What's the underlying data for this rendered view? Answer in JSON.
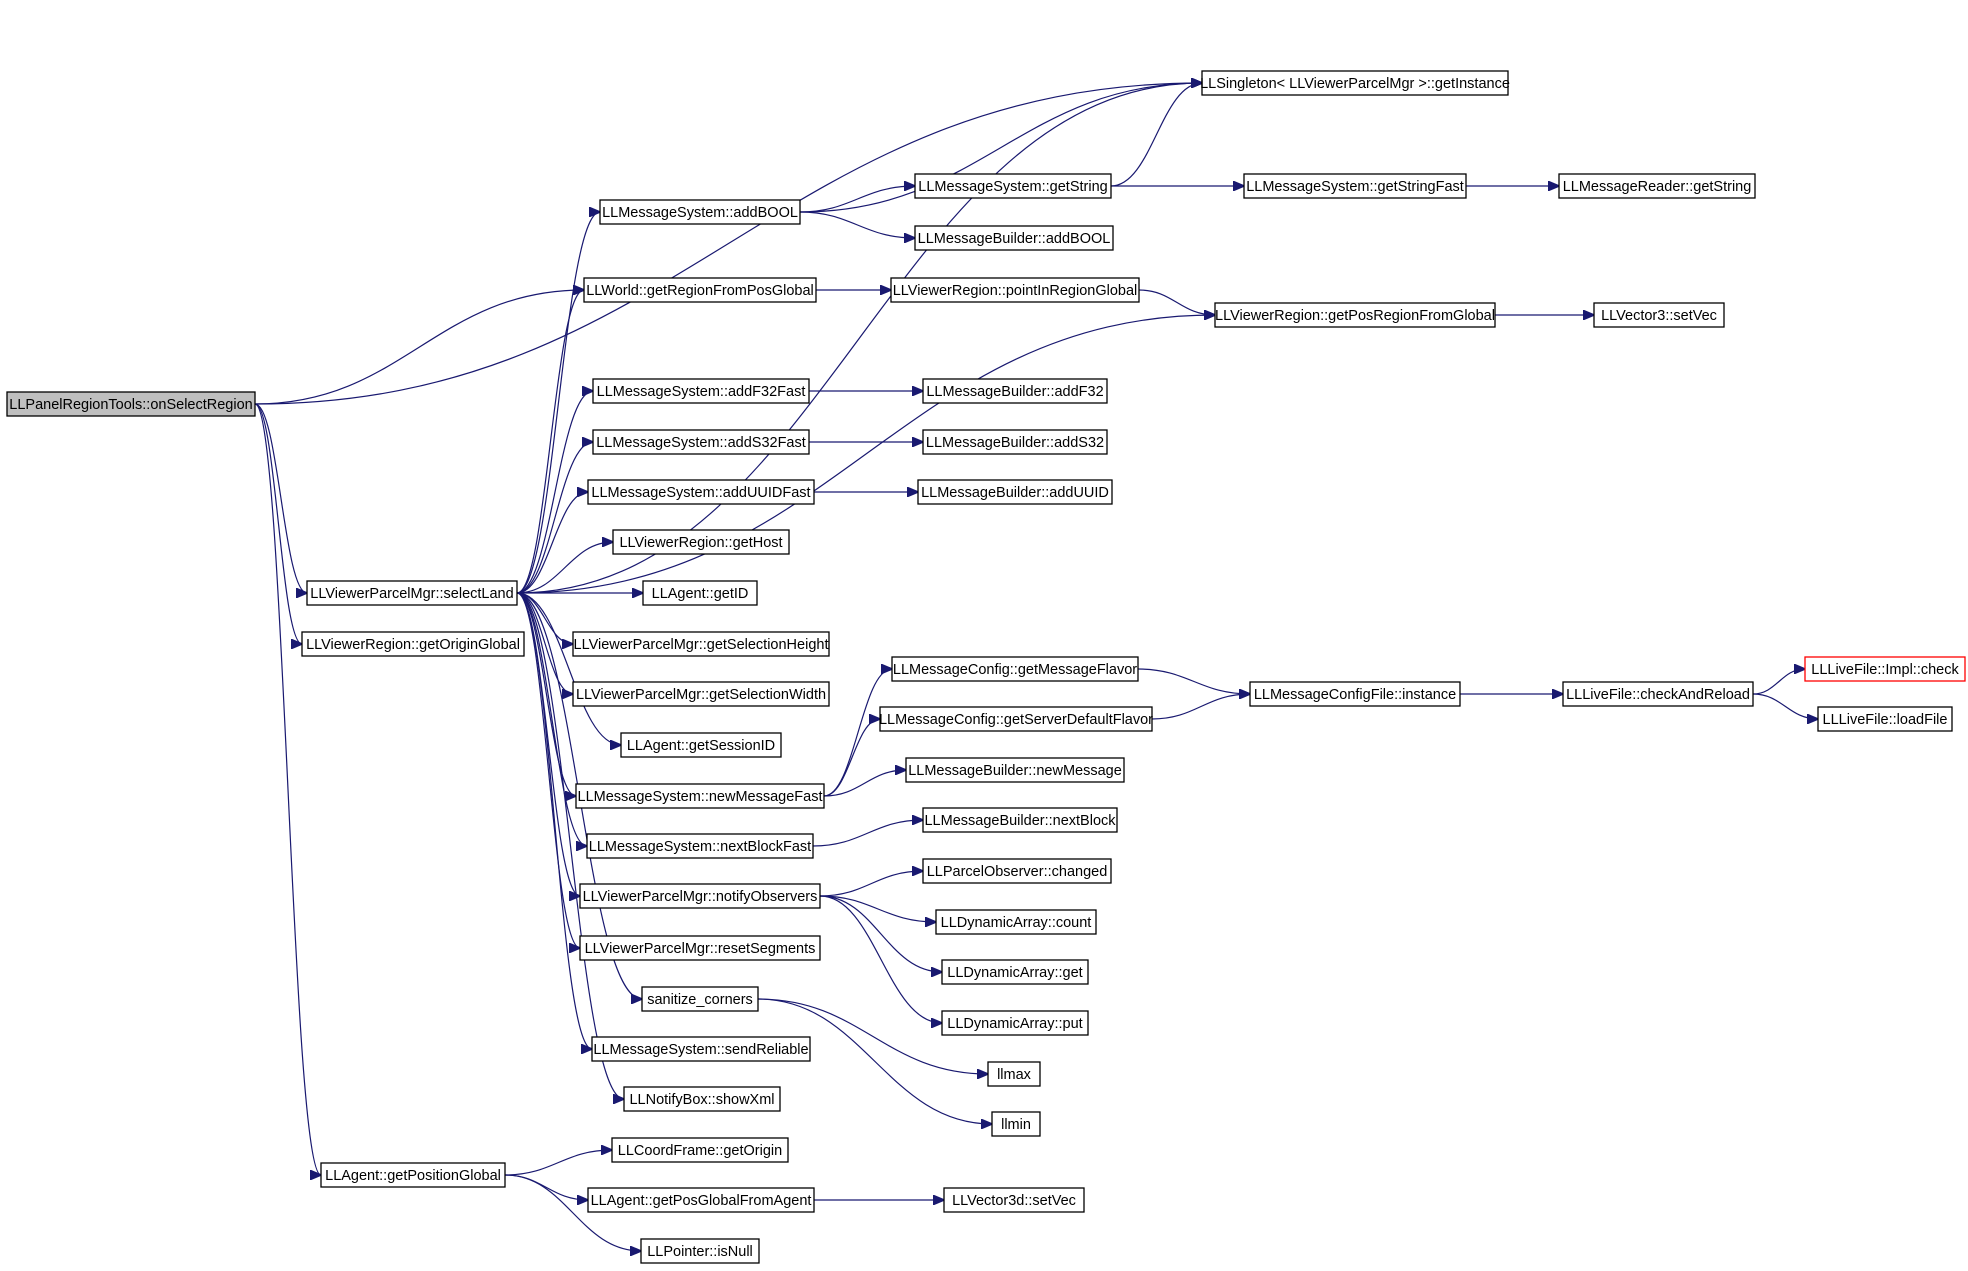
{
  "diagram": {
    "colors": {
      "edge": "#191970",
      "node_border": "#000000",
      "root_fill": "#bfbfbf",
      "highlight_border": "#ff0000"
    },
    "nodes": [
      {
        "id": "root",
        "label": "LLPanelRegionTools::onSelectRegion",
        "style": "root"
      },
      {
        "id": "singleton",
        "label": "LLSingleton< LLViewerParcelMgr >::getInstance"
      },
      {
        "id": "getString",
        "label": "LLMessageSystem::getString"
      },
      {
        "id": "getStringFast",
        "label": "LLMessageSystem::getStringFast"
      },
      {
        "id": "readerGetString",
        "label": "LLMessageReader::getString"
      },
      {
        "id": "addBOOL",
        "label": "LLMessageSystem::addBOOL"
      },
      {
        "id": "builderAddBOOL",
        "label": "LLMessageBuilder::addBOOL"
      },
      {
        "id": "getRegionFromPosGlobal",
        "label": "LLWorld::getRegionFromPosGlobal"
      },
      {
        "id": "pointInRegionGlobal",
        "label": "LLViewerRegion::pointInRegionGlobal"
      },
      {
        "id": "getPosRegionFromGlobal",
        "label": "LLViewerRegion::getPosRegionFromGlobal"
      },
      {
        "id": "vec3SetVec",
        "label": "LLVector3::setVec"
      },
      {
        "id": "addF32Fast",
        "label": "LLMessageSystem::addF32Fast"
      },
      {
        "id": "builderAddF32",
        "label": "LLMessageBuilder::addF32"
      },
      {
        "id": "addS32Fast",
        "label": "LLMessageSystem::addS32Fast"
      },
      {
        "id": "builderAddS32",
        "label": "LLMessageBuilder::addS32"
      },
      {
        "id": "addUUIDFast",
        "label": "LLMessageSystem::addUUIDFast"
      },
      {
        "id": "builderAddUUID",
        "label": "LLMessageBuilder::addUUID"
      },
      {
        "id": "getHost",
        "label": "LLViewerRegion::getHost"
      },
      {
        "id": "selectLand",
        "label": "LLViewerParcelMgr::selectLand"
      },
      {
        "id": "agentGetID",
        "label": "LLAgent::getID"
      },
      {
        "id": "getOriginGlobal",
        "label": "LLViewerRegion::getOriginGlobal"
      },
      {
        "id": "getSelectionHeight",
        "label": "LLViewerParcelMgr::getSelectionHeight"
      },
      {
        "id": "getSelectionWidth",
        "label": "LLViewerParcelMgr::getSelectionWidth"
      },
      {
        "id": "getSessionID",
        "label": "LLAgent::getSessionID"
      },
      {
        "id": "getMessageFlavor",
        "label": "LLMessageConfig::getMessageFlavor"
      },
      {
        "id": "getServerDefaultFlavor",
        "label": "LLMessageConfig::getServerDefaultFlavor"
      },
      {
        "id": "configFileInstance",
        "label": "LLMessageConfigFile::instance"
      },
      {
        "id": "checkAndReload",
        "label": "LLLiveFile::checkAndReload"
      },
      {
        "id": "implCheck",
        "label": "LLLiveFile::Impl::check",
        "style": "red"
      },
      {
        "id": "loadFile",
        "label": "LLLiveFile::loadFile"
      },
      {
        "id": "newMessageFast",
        "label": "LLMessageSystem::newMessageFast"
      },
      {
        "id": "builderNewMessage",
        "label": "LLMessageBuilder::newMessage"
      },
      {
        "id": "nextBlockFast",
        "label": "LLMessageSystem::nextBlockFast"
      },
      {
        "id": "builderNextBlock",
        "label": "LLMessageBuilder::nextBlock"
      },
      {
        "id": "notifyObservers",
        "label": "LLViewerParcelMgr::notifyObservers"
      },
      {
        "id": "observerChanged",
        "label": "LLParcelObserver::changed"
      },
      {
        "id": "dynCount",
        "label": "LLDynamicArray::count"
      },
      {
        "id": "dynGet",
        "label": "LLDynamicArray::get"
      },
      {
        "id": "dynPut",
        "label": "LLDynamicArray::put"
      },
      {
        "id": "resetSegments",
        "label": "LLViewerParcelMgr::resetSegments"
      },
      {
        "id": "sanitizeCorners",
        "label": "sanitize_corners"
      },
      {
        "id": "llmax",
        "label": "llmax"
      },
      {
        "id": "llmin",
        "label": "llmin"
      },
      {
        "id": "sendReliable",
        "label": "LLMessageSystem::sendReliable"
      },
      {
        "id": "showXml",
        "label": "LLNotifyBox::showXml"
      },
      {
        "id": "getPositionGlobal",
        "label": "LLAgent::getPositionGlobal"
      },
      {
        "id": "coordGetOrigin",
        "label": "LLCoordFrame::getOrigin"
      },
      {
        "id": "getPosGlobalFromAgent",
        "label": "LLAgent::getPosGlobalFromAgent"
      },
      {
        "id": "vec3dSetVec",
        "label": "LLVector3d::setVec"
      },
      {
        "id": "pointerIsNull",
        "label": "LLPointer::isNull"
      }
    ],
    "edges": [
      [
        "root",
        "singleton"
      ],
      [
        "root",
        "getRegionFromPosGlobal"
      ],
      [
        "root",
        "selectLand"
      ],
      [
        "root",
        "getOriginGlobal"
      ],
      [
        "root",
        "getPositionGlobal"
      ],
      [
        "addBOOL",
        "singleton"
      ],
      [
        "addBOOL",
        "getString"
      ],
      [
        "addBOOL",
        "builderAddBOOL"
      ],
      [
        "getString",
        "singleton"
      ],
      [
        "getString",
        "getStringFast"
      ],
      [
        "getStringFast",
        "readerGetString"
      ],
      [
        "getRegionFromPosGlobal",
        "pointInRegionGlobal"
      ],
      [
        "pointInRegionGlobal",
        "getPosRegionFromGlobal"
      ],
      [
        "getPosRegionFromGlobal",
        "vec3SetVec"
      ],
      [
        "addF32Fast",
        "builderAddF32"
      ],
      [
        "addS32Fast",
        "builderAddS32"
      ],
      [
        "addUUIDFast",
        "builderAddUUID"
      ],
      [
        "selectLand",
        "singleton"
      ],
      [
        "selectLand",
        "addBOOL"
      ],
      [
        "selectLand",
        "getRegionFromPosGlobal"
      ],
      [
        "selectLand",
        "getPosRegionFromGlobal"
      ],
      [
        "selectLand",
        "addF32Fast"
      ],
      [
        "selectLand",
        "addS32Fast"
      ],
      [
        "selectLand",
        "addUUIDFast"
      ],
      [
        "selectLand",
        "getHost"
      ],
      [
        "selectLand",
        "agentGetID"
      ],
      [
        "selectLand",
        "getSelectionHeight"
      ],
      [
        "selectLand",
        "getSelectionWidth"
      ],
      [
        "selectLand",
        "getSessionID"
      ],
      [
        "selectLand",
        "newMessageFast"
      ],
      [
        "selectLand",
        "nextBlockFast"
      ],
      [
        "selectLand",
        "notifyObservers"
      ],
      [
        "selectLand",
        "resetSegments"
      ],
      [
        "selectLand",
        "sanitizeCorners"
      ],
      [
        "selectLand",
        "sendReliable"
      ],
      [
        "selectLand",
        "showXml"
      ],
      [
        "newMessageFast",
        "getMessageFlavor"
      ],
      [
        "newMessageFast",
        "getServerDefaultFlavor"
      ],
      [
        "newMessageFast",
        "builderNewMessage"
      ],
      [
        "getMessageFlavor",
        "configFileInstance"
      ],
      [
        "getServerDefaultFlavor",
        "configFileInstance"
      ],
      [
        "configFileInstance",
        "checkAndReload"
      ],
      [
        "checkAndReload",
        "implCheck"
      ],
      [
        "checkAndReload",
        "loadFile"
      ],
      [
        "nextBlockFast",
        "builderNextBlock"
      ],
      [
        "notifyObservers",
        "observerChanged"
      ],
      [
        "notifyObservers",
        "dynCount"
      ],
      [
        "notifyObservers",
        "dynGet"
      ],
      [
        "notifyObservers",
        "dynPut"
      ],
      [
        "sanitizeCorners",
        "llmax"
      ],
      [
        "sanitizeCorners",
        "llmin"
      ],
      [
        "getPositionGlobal",
        "coordGetOrigin"
      ],
      [
        "getPositionGlobal",
        "getPosGlobalFromAgent"
      ],
      [
        "getPositionGlobal",
        "pointerIsNull"
      ],
      [
        "getPosGlobalFromAgent",
        "vec3dSetVec"
      ]
    ]
  }
}
